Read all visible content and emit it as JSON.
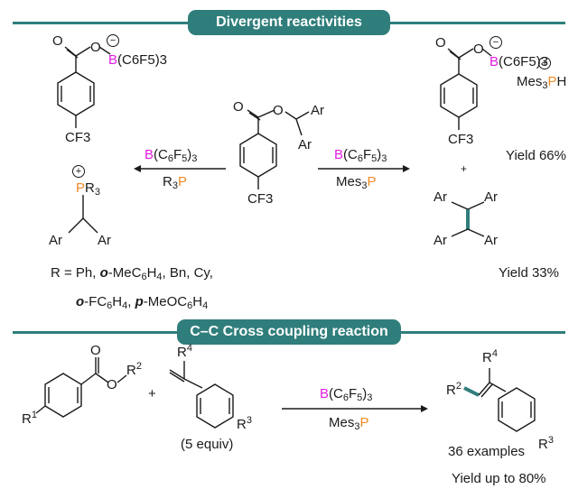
{
  "banner_top": "Divergent reactivities",
  "banner_bottom": "C–C Cross coupling reaction",
  "left_arrow": {
    "top": "B(C6F5)3",
    "bottom": "R3P"
  },
  "right_arrow": {
    "top": "B(C6F5)3",
    "bottom": "Mes3P"
  },
  "bottom_arrow": {
    "top": "B(C6F5)3",
    "bottom": "Mes3P"
  },
  "r_def_line1": "R = Ph, o-MeC6H4, Bn, Cy,",
  "r_def_line2": "o-FC6H4, p-MeOC6H4",
  "yield_66": "Yield 66%",
  "yield_33": "Yield 33%",
  "five_equiv": "(5 equiv)",
  "examples": "36 examples",
  "yield_up": "Yield up to 80%",
  "labels": {
    "O": "O",
    "Ar": "Ar",
    "CF3": "CF3",
    "B": "B",
    "C6F5_3": "(C6F5)3",
    "P": "P",
    "R3": "R3",
    "Mes3": "Mes3",
    "H": "H",
    "R1": "R1",
    "R2": "R2",
    "R3_sub": "R3",
    "R4": "R4",
    "plus": "+"
  },
  "colors": {
    "accent": "#2f7e7b",
    "boron": "#e01ee0",
    "phosphorus": "#f08a24"
  }
}
